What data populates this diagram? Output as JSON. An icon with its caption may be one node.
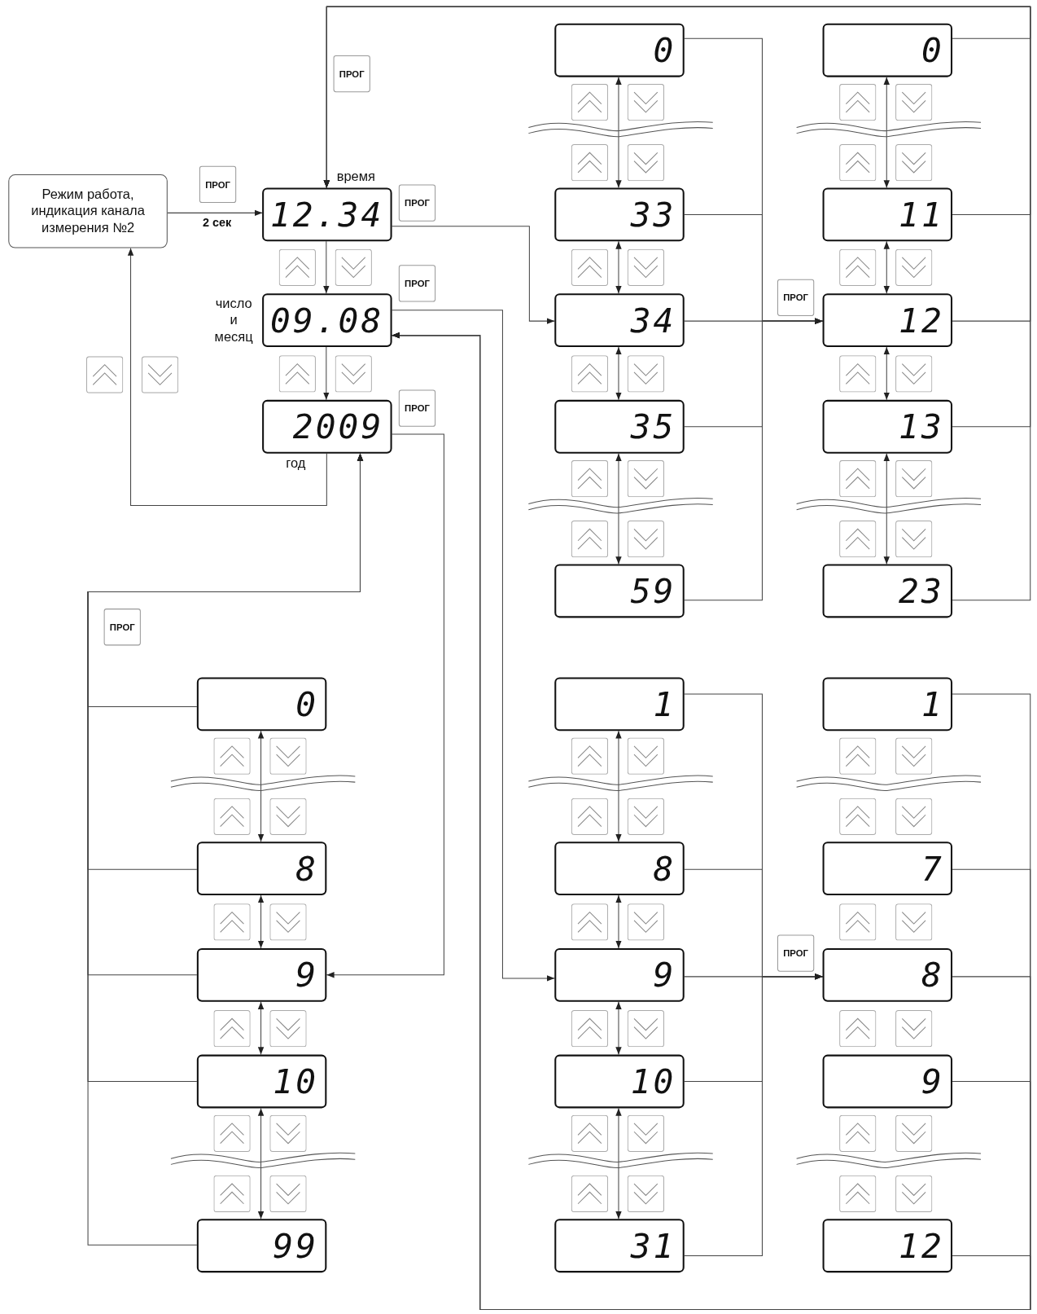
{
  "diagram": {
    "nodes": [
      {
        "text": [
          "Режим работа, индикация канала измерения №2"
        ]
      },
      {
        "text": [
          "12.34"
        ],
        "beside": [
          "время"
        ]
      },
      {
        "text": [
          "09.08"
        ],
        "beside": [
          "число и месяц"
        ]
      },
      {
        "text": [
          "2009"
        ],
        "beside": [
          "год"
        ]
      },
      {
        "text": [
          "0"
        ]
      },
      {
        "text": [
          "33"
        ]
      },
      {
        "text": [
          "34"
        ]
      },
      {
        "text": [
          "35"
        ]
      },
      {
        "text": [
          "59"
        ]
      },
      {
        "text": [
          "0"
        ]
      },
      {
        "text": [
          "11"
        ]
      },
      {
        "text": [
          "12"
        ]
      },
      {
        "text": [
          "13"
        ]
      },
      {
        "text": [
          "23"
        ]
      },
      {
        "text": [
          "0"
        ]
      },
      {
        "text": [
          "8"
        ]
      },
      {
        "text": [
          "9"
        ]
      },
      {
        "text": [
          "10"
        ]
      },
      {
        "text": [
          "99"
        ]
      },
      {
        "text": [
          "1"
        ]
      },
      {
        "text": [
          "8"
        ]
      },
      {
        "text": [
          "9"
        ]
      },
      {
        "text": [
          "10"
        ]
      },
      {
        "text": [
          "31"
        ]
      },
      {
        "text": [
          "1"
        ]
      },
      {
        "text": [
          "7"
        ]
      },
      {
        "text": [
          "8"
        ]
      },
      {
        "text": [
          "9"
        ]
      },
      {
        "text": [
          "12"
        ]
      }
    ],
    "edges": [
      {
        "from": 0,
        "to": 1,
        "arrow": "to",
        "label": "2 сек"
      },
      {
        "from": 1,
        "to": 2,
        "arrow": "to"
      },
      {
        "from": 2,
        "to": 3,
        "arrow": "to"
      },
      {
        "from": 3,
        "to": 0,
        "arrow": "to"
      },
      {
        "from": 1,
        "to": 6,
        "arrow": "to"
      },
      {
        "from": 4,
        "to": 5,
        "arrow": "both"
      },
      {
        "from": 5,
        "to": 6,
        "arrow": "both"
      },
      {
        "from": 6,
        "to": 7,
        "arrow": "both"
      },
      {
        "from": 7,
        "to": 8,
        "arrow": "both"
      },
      {
        "from": 4,
        "to": 11,
        "arrow": "to"
      },
      {
        "from": 5,
        "to": 11,
        "arrow": "to"
      },
      {
        "from": 6,
        "to": 11,
        "arrow": "to"
      },
      {
        "from": 7,
        "to": 11,
        "arrow": "to"
      },
      {
        "from": 8,
        "to": 11,
        "arrow": "to"
      },
      {
        "from": 9,
        "to": 10,
        "arrow": "both"
      },
      {
        "from": 10,
        "to": 11,
        "arrow": "both"
      },
      {
        "from": 11,
        "to": 12,
        "arrow": "both"
      },
      {
        "from": 12,
        "to": 13,
        "arrow": "both"
      },
      {
        "from": 9,
        "to": 1,
        "arrow": "to"
      },
      {
        "from": 10,
        "to": 1,
        "arrow": "to"
      },
      {
        "from": 11,
        "to": 1,
        "arrow": "to"
      },
      {
        "from": 12,
        "to": 1,
        "arrow": "to"
      },
      {
        "from": 13,
        "to": 1,
        "arrow": "to"
      },
      {
        "from": 2,
        "to": 21,
        "arrow": "to"
      },
      {
        "from": 19,
        "to": 20,
        "arrow": "both"
      },
      {
        "from": 20,
        "to": 21,
        "arrow": "both"
      },
      {
        "from": 21,
        "to": 22,
        "arrow": "both"
      },
      {
        "from": 22,
        "to": 23,
        "arrow": "both"
      },
      {
        "from": 19,
        "to": 26,
        "arrow": "to"
      },
      {
        "from": 20,
        "to": 26,
        "arrow": "to"
      },
      {
        "from": 21,
        "to": 26,
        "arrow": "to"
      },
      {
        "from": 22,
        "to": 26,
        "arrow": "to"
      },
      {
        "from": 23,
        "to": 26,
        "arrow": "to"
      },
      {
        "from": 24,
        "to": 2,
        "arrow": "to"
      },
      {
        "from": 25,
        "to": 2,
        "arrow": "to"
      },
      {
        "from": 26,
        "to": 2,
        "arrow": "to"
      },
      {
        "from": 27,
        "to": 2,
        "arrow": "to"
      },
      {
        "from": 28,
        "to": 2,
        "arrow": "to"
      },
      {
        "from": 3,
        "to": 16,
        "arrow": "to"
      },
      {
        "from": 14,
        "to": 15,
        "arrow": "both"
      },
      {
        "from": 15,
        "to": 16,
        "arrow": "both"
      },
      {
        "from": 16,
        "to": 17,
        "arrow": "both"
      },
      {
        "from": 17,
        "to": 18,
        "arrow": "both"
      },
      {
        "from": 14,
        "to": 3,
        "arrow": "to"
      },
      {
        "from": 15,
        "to": 3,
        "arrow": "to"
      },
      {
        "from": 16,
        "to": 3,
        "arrow": "to"
      },
      {
        "from": 17,
        "to": 3,
        "arrow": "to"
      },
      {
        "from": 18,
        "to": 3,
        "arrow": "to"
      }
    ],
    "labels": [
      "ПРОГ",
      "ПРОГ",
      "ПРОГ",
      "ПРОГ",
      "ПРОГ",
      "ПРОГ",
      "ПРОГ",
      "ПРОГ"
    ]
  }
}
